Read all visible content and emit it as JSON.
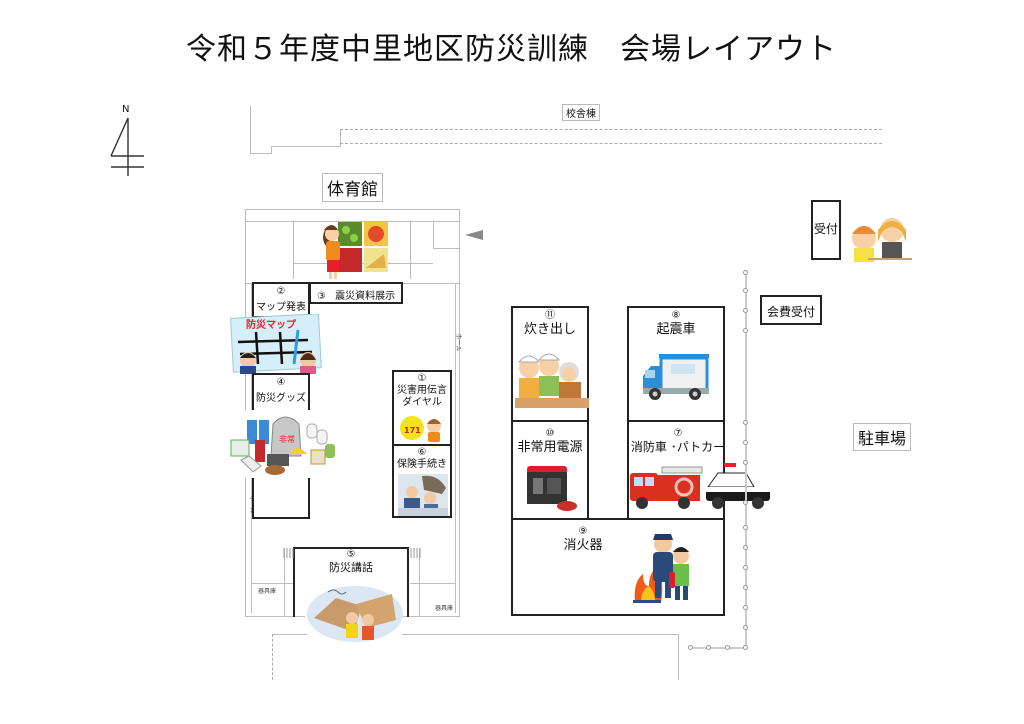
{
  "title": "令和５年度中里地区防災訓練　会場レイアウト",
  "compass": {
    "label": "N",
    "icon": "north-arrow-icon"
  },
  "buildings": {
    "school": "校舎棟",
    "gym": "体育館",
    "parking": "駐車場"
  },
  "gym_small_labels": {
    "storage_left": "器具庫",
    "storage_right": "器具庫",
    "side_left": "ホール",
    "side_right": "ホール"
  },
  "booths": [
    {
      "num": "①",
      "label_1": "災害用伝言",
      "label_2": "ダイヤル",
      "icon": "phone-171-illustration",
      "badge": "171"
    },
    {
      "num": "②",
      "label": "マップ発表",
      "icon": "hazard-map-illustration",
      "map_title": "防災マップ"
    },
    {
      "num": "③",
      "label": "震災資料展示",
      "icon": "exhibit-illustration"
    },
    {
      "num": "④",
      "label": "防災グッズ",
      "icon": "emergency-goods-illustration",
      "bag_text": "非常"
    },
    {
      "num": "⑤",
      "label": "防災講話",
      "icon": "earthquake-illustration"
    },
    {
      "num": "⑥",
      "label": "保険手続き",
      "icon": "insurance-illustration"
    },
    {
      "num": "⑦",
      "label": "消防車 ･パトカー",
      "icon": "fire-truck-police-car-illustration"
    },
    {
      "num": "⑧",
      "label": "起震車",
      "icon": "earthquake-truck-illustration"
    },
    {
      "num": "⑨",
      "label": "消火器",
      "icon": "fire-extinguisher-illustration"
    },
    {
      "num": "⑩",
      "label": "非常用電源",
      "icon": "generator-illustration"
    },
    {
      "num": "⑪",
      "label": "炊き出し",
      "icon": "cooking-illustration"
    }
  ],
  "reception": {
    "label": "受付",
    "icon": "reception-staff-illustration"
  },
  "fee_reception": {
    "label": "会費受付"
  },
  "entrance_arrow": {
    "icon": "arrow-left-icon"
  },
  "colors": {
    "border": "#222222",
    "wall": "#bdbdbd",
    "fire_red": "#d9301f",
    "truck_blue": "#2a8fd6",
    "police_black": "#1a1a1a"
  }
}
